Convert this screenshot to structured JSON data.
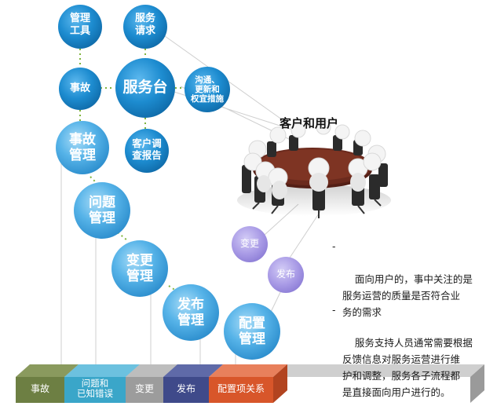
{
  "colors": {
    "circle_blue": "#1a86c8",
    "circle_blue_light": "#4fb0e6",
    "circle_purple": "#a99be6",
    "line_gray": "#cfcfcf",
    "dot_green": "#7fb33d",
    "bar_colors": [
      "#6d7f43",
      "#3aa6c9",
      "#9c9c9c",
      "#3f4a8a",
      "#d8562a"
    ]
  },
  "top_circles": {
    "tools": "管理\n工具",
    "request": "服务\n请求",
    "incident": "事故",
    "service_desk": "服务台",
    "communicate": "沟通、\n更新和\n权宜措施",
    "survey": "客户调\n查报告"
  },
  "process_circles": {
    "incident_mgmt": "事故\n管理",
    "problem_mgmt": "问题\n管理",
    "change_mgmt": "变更\n管理",
    "release_mgmt": "发布\n管理",
    "config_mgmt": "配置\n管理"
  },
  "small_circles": {
    "change": "变更",
    "release": "发布"
  },
  "customers_title": "客户和用户",
  "bullets": [
    {
      "dash": "-",
      "text": "面向用户的，事中关注的是\n服务运营的质量是否符合业\n务的需求"
    },
    {
      "dash": "-",
      "text": "服务支持人员通常需要根据\n反馈信息对服务运营进行维\n护和调整，服务各子流程都\n是直接面向用户进行的。"
    }
  ],
  "bottom_bar": [
    {
      "label": "事故"
    },
    {
      "label": "问题和\n已知错误"
    },
    {
      "label": "变更"
    },
    {
      "label": "发布"
    },
    {
      "label": "配置项关系"
    }
  ]
}
